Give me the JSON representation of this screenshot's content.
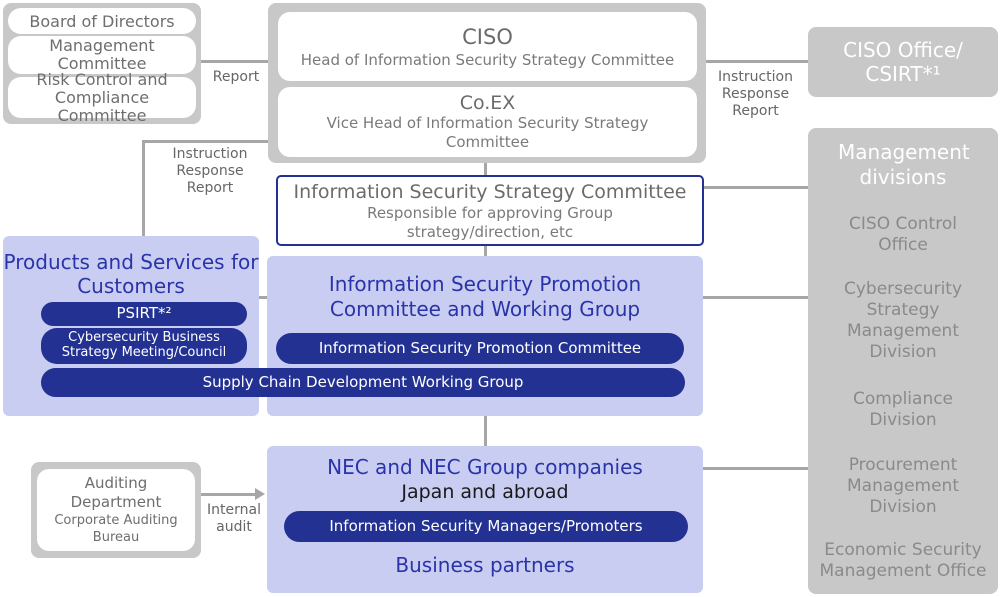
{
  "left_committees": {
    "board": "Board of Directors",
    "management": "Management Committee",
    "risk": "Risk Control and Compliance Committee"
  },
  "report_label": "Report",
  "ciso": {
    "title": "CISO",
    "subtitle": "Head of Information Security Strategy Committee"
  },
  "coex": {
    "title": "Co.EX",
    "subtitle": "Vice Head of Information Security Strategy Committee"
  },
  "right_instruction": {
    "line1": "Instruction",
    "line2": "Response",
    "line3": "Report"
  },
  "left_instruction": {
    "line1": "Instruction",
    "line2": "Response",
    "line3": "Report"
  },
  "ciso_office": {
    "line1": "CISO Office/",
    "line2": "CSIRT*¹"
  },
  "strategy_committee": {
    "title": "Information Security Strategy Committee",
    "subtitle": "Responsible for approving Group strategy/direction, etc"
  },
  "products": {
    "title": "Products and Services for Customers",
    "psirt": "PSIRT*²",
    "cyber_meeting": "Cybersecurity Business Strategy Meeting/Council"
  },
  "promotion": {
    "title": "Information Security Promotion Committee and Working Group",
    "committee": "Information Security Promotion Committee",
    "supply_chain": "Supply Chain Development Working Group"
  },
  "management_divisions": {
    "title": "Management divisions",
    "items": [
      "CISO Control Office",
      "Cybersecurity Strategy Management Division",
      "Compliance Division",
      "Procurement Management Division",
      "Economic Security Management Office"
    ]
  },
  "auditing": {
    "line1": "Auditing Department",
    "line2": "Corporate Auditing Bureau"
  },
  "internal_audit": "Internal audit",
  "nec": {
    "title": "NEC and NEC Group companies",
    "subtitle": "Japan and abroad",
    "managers": "Information Security Managers/Promoters",
    "partners": "Business partners"
  }
}
